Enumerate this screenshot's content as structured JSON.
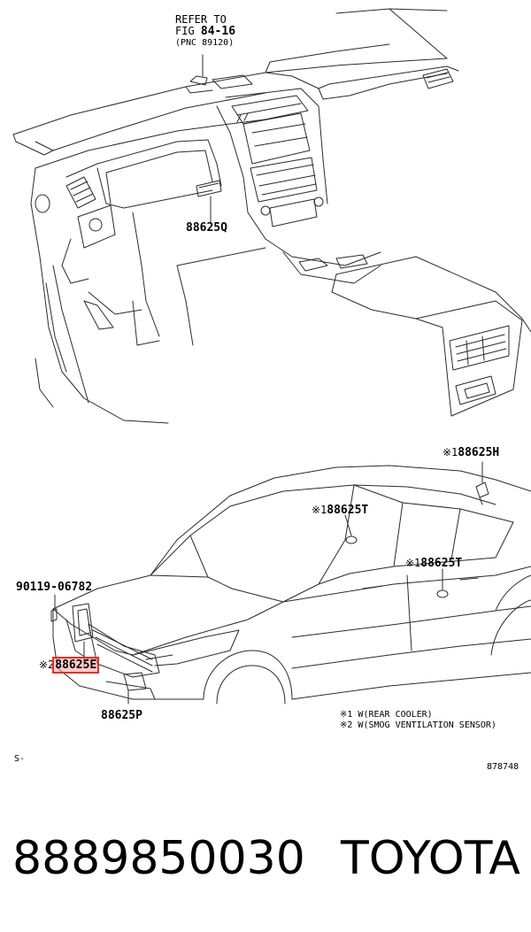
{
  "top_diagram": {
    "refer_note": {
      "line1": "REFER TO",
      "line2_prefix": "FIG ",
      "line2_bold": "84-16",
      "line3": "(PNC 89120)"
    },
    "part_q": "88625Q"
  },
  "bottom_diagram": {
    "part_h": {
      "marker": "※1",
      "code": "88625H"
    },
    "part_t_upper": {
      "marker": "※1",
      "code": "88625T"
    },
    "part_t_lower": {
      "marker": "※1",
      "code": "88625T"
    },
    "part_bolt": "90119-06782",
    "part_highlighted": {
      "marker": "※2",
      "code": "88625E"
    },
    "part_p": "88625P",
    "notes": [
      "※1 W(REAR COOLER)",
      "※2 W(SMOG VENTILATION SENSOR)"
    ]
  },
  "corner_left": "S-",
  "corner_right": "878748",
  "footer": {
    "part_number": "8889850030",
    "brand": "TOYOTA"
  },
  "colors": {
    "line": "#2b2b2b",
    "highlight": "#e2312c"
  }
}
